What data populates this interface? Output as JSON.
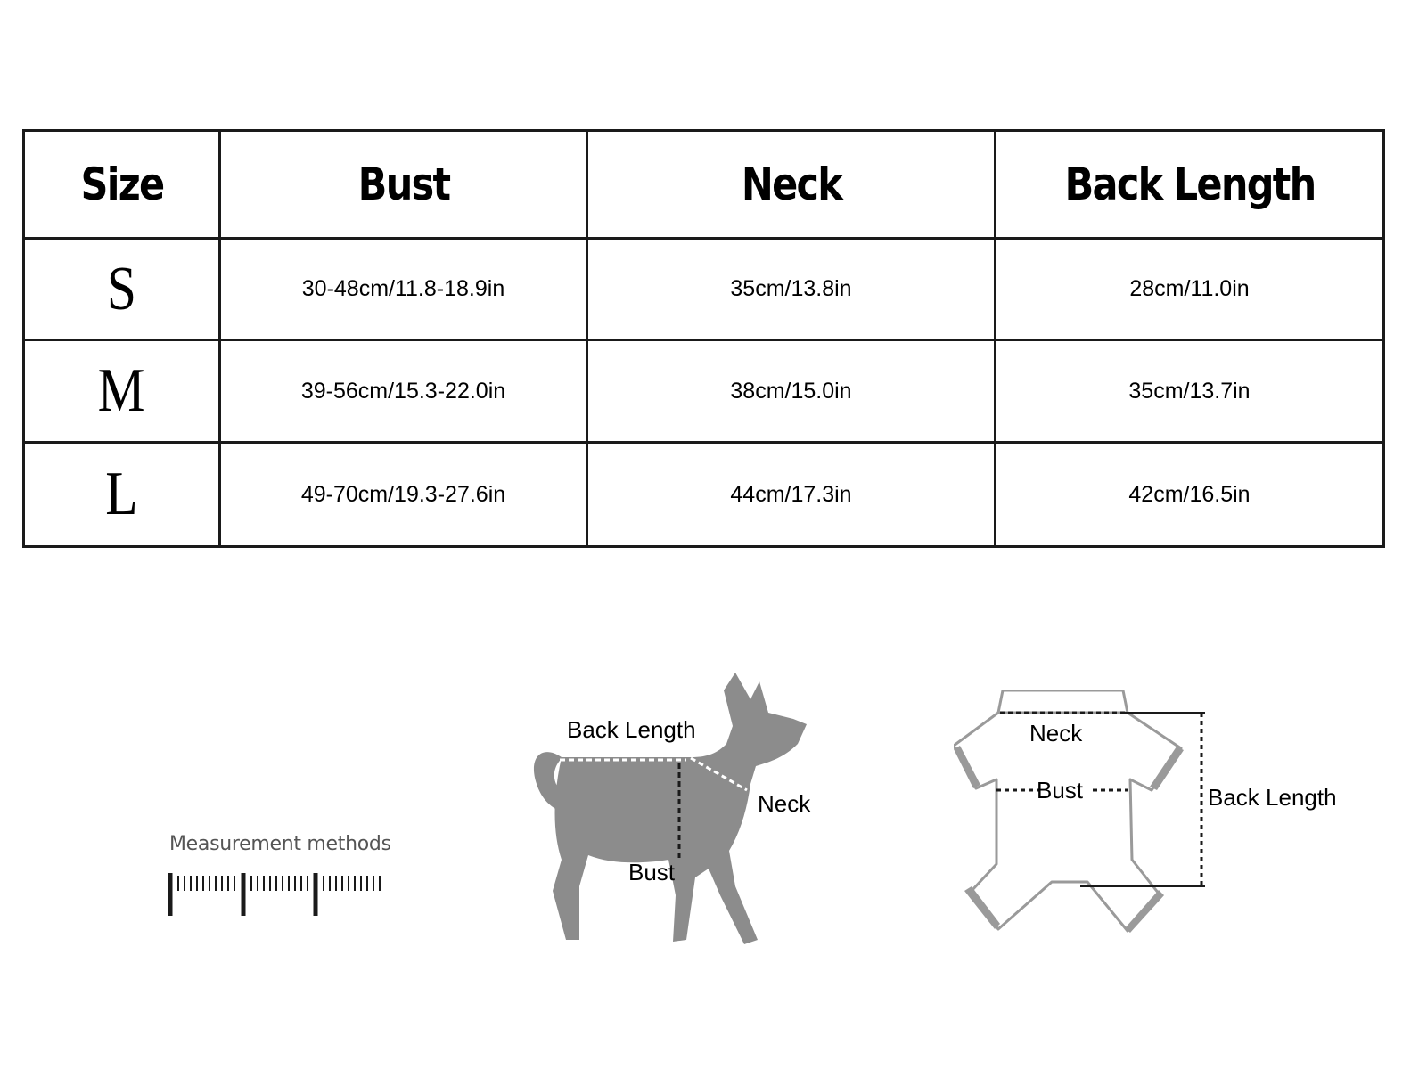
{
  "table": {
    "headers": [
      "Size",
      "Bust",
      "Neck",
      "Back Length"
    ],
    "rows": [
      {
        "size": "S",
        "bust": "30-48cm/11.8-18.9in",
        "neck": "35cm/13.8in",
        "back_length": "28cm/11.0in"
      },
      {
        "size": "M",
        "bust": "39-56cm/15.3-22.0in",
        "neck": "38cm/15.0in",
        "back_length": "35cm/13.7in"
      },
      {
        "size": "L",
        "bust": "49-70cm/19.3-27.6in",
        "neck": "44cm/17.3in",
        "back_length": "42cm/16.5in"
      }
    ]
  },
  "measurement": {
    "title": "Measurement methods"
  },
  "dog_diagram": {
    "back_length_label": "Back Length",
    "neck_label": "Neck",
    "bust_label": "Bust"
  },
  "garment_diagram": {
    "neck_label": "Neck",
    "bust_label": "Bust",
    "back_length_label": "Back Length"
  },
  "colors": {
    "silhouette": "#8c8c8c",
    "garment_outline": "#9a9a9a",
    "table_border": "#1a1a1a"
  }
}
